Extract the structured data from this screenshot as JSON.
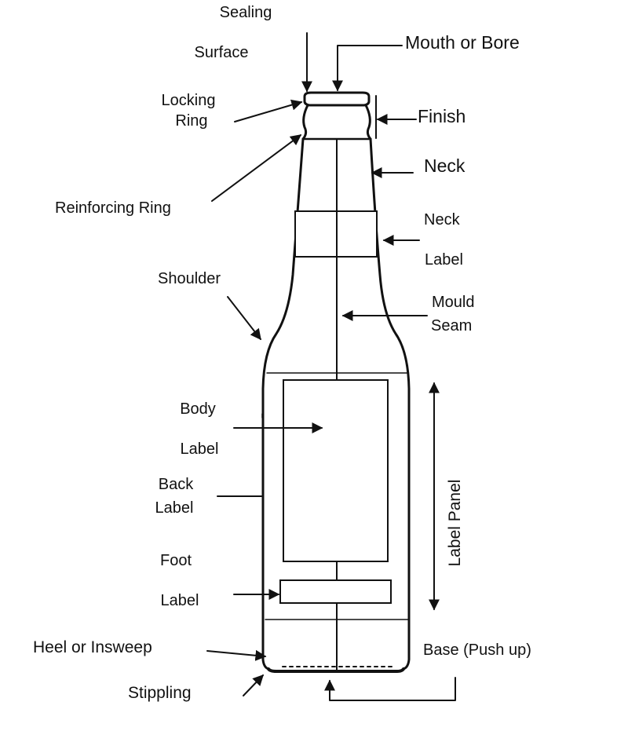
{
  "labels": {
    "sealing": "Sealing",
    "surface": "Surface",
    "mouth_or_bore": "Mouth or Bore",
    "locking_ring_1": "Locking",
    "locking_ring_2": "Ring",
    "finish": "Finish",
    "neck": "Neck",
    "reinforcing_ring": "Reinforcing Ring",
    "neck_label_1": "Neck",
    "neck_label_2": "Label",
    "shoulder": "Shoulder",
    "mould_seam_1": "Mould",
    "mould_seam_2": "Seam",
    "body_label_1": "Body",
    "body_label_2": "Label",
    "back_label_1": "Back",
    "back_label_2": "Label",
    "label_panel": "Label Panel",
    "foot_label_1": "Foot",
    "foot_label_2": "Label",
    "heel_or_insweep": "Heel or Insweep",
    "base_push_up": "Base (Push up)",
    "stippling": "Stippling"
  }
}
